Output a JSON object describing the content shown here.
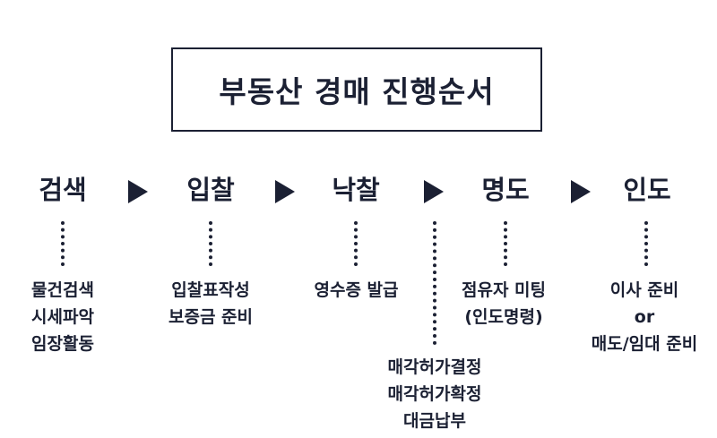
{
  "title": "부동산 경매 진행순서",
  "steps": [
    {
      "label": "검색",
      "details": [
        "물건검색",
        "시세파악",
        "임장활동"
      ]
    },
    {
      "label": "입찰",
      "details": [
        "입찰표작성",
        "보증금 준비"
      ]
    },
    {
      "label": "낙찰",
      "details": [
        "영수증 발급"
      ],
      "extra_details": [
        "매각허가결정",
        "매각허가확정",
        "대금납부"
      ]
    },
    {
      "label": "명도",
      "details": [
        "점유자 미팅",
        "(인도명령)"
      ]
    },
    {
      "label": "인도",
      "details": [
        "이사 준비",
        "or",
        "매도/임대 준비"
      ]
    }
  ],
  "colors": {
    "ink": "#1b2033",
    "background": "#ffffff"
  },
  "icons": {
    "arrow": "right-triangle-icon"
  }
}
